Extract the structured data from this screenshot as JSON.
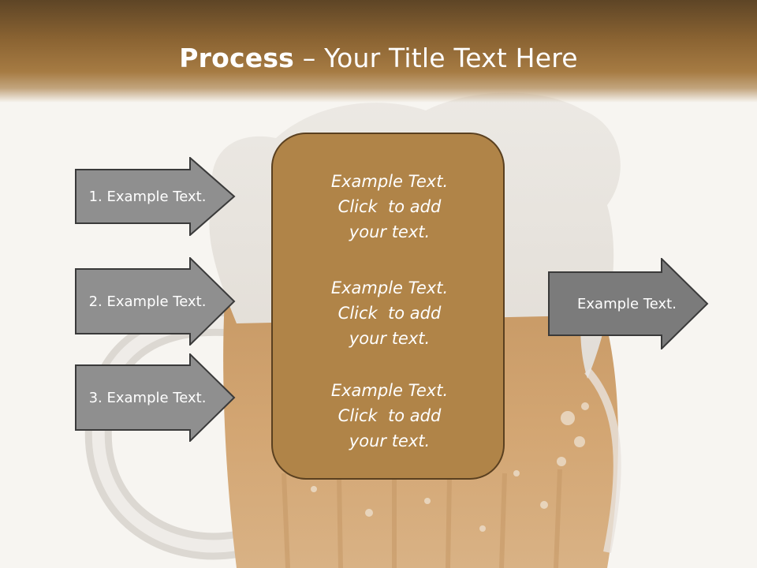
{
  "slide": {
    "title_bold": "Process",
    "title_rest": " – Your Title Text Here"
  },
  "left_arrows": [
    {
      "label": "1. Example Text."
    },
    {
      "label": "2. Example Text."
    },
    {
      "label": "3. Example Text."
    }
  ],
  "center_box": {
    "blocks": [
      {
        "lines": [
          "Example Text.",
          "Click  to add",
          "your text."
        ]
      },
      {
        "lines": [
          "Example Text.",
          "Click  to add",
          "your text."
        ]
      },
      {
        "lines": [
          "Example Text.",
          "Click  to add",
          "your text."
        ]
      }
    ]
  },
  "right_arrow": {
    "label": "Example Text."
  },
  "colors": {
    "header_brown": "#8a6332",
    "arrow_fill": "#8f8f8f",
    "arrow_stroke": "#3a3a3a",
    "box_fill": "#b08448",
    "box_stroke": "#5a4020"
  }
}
